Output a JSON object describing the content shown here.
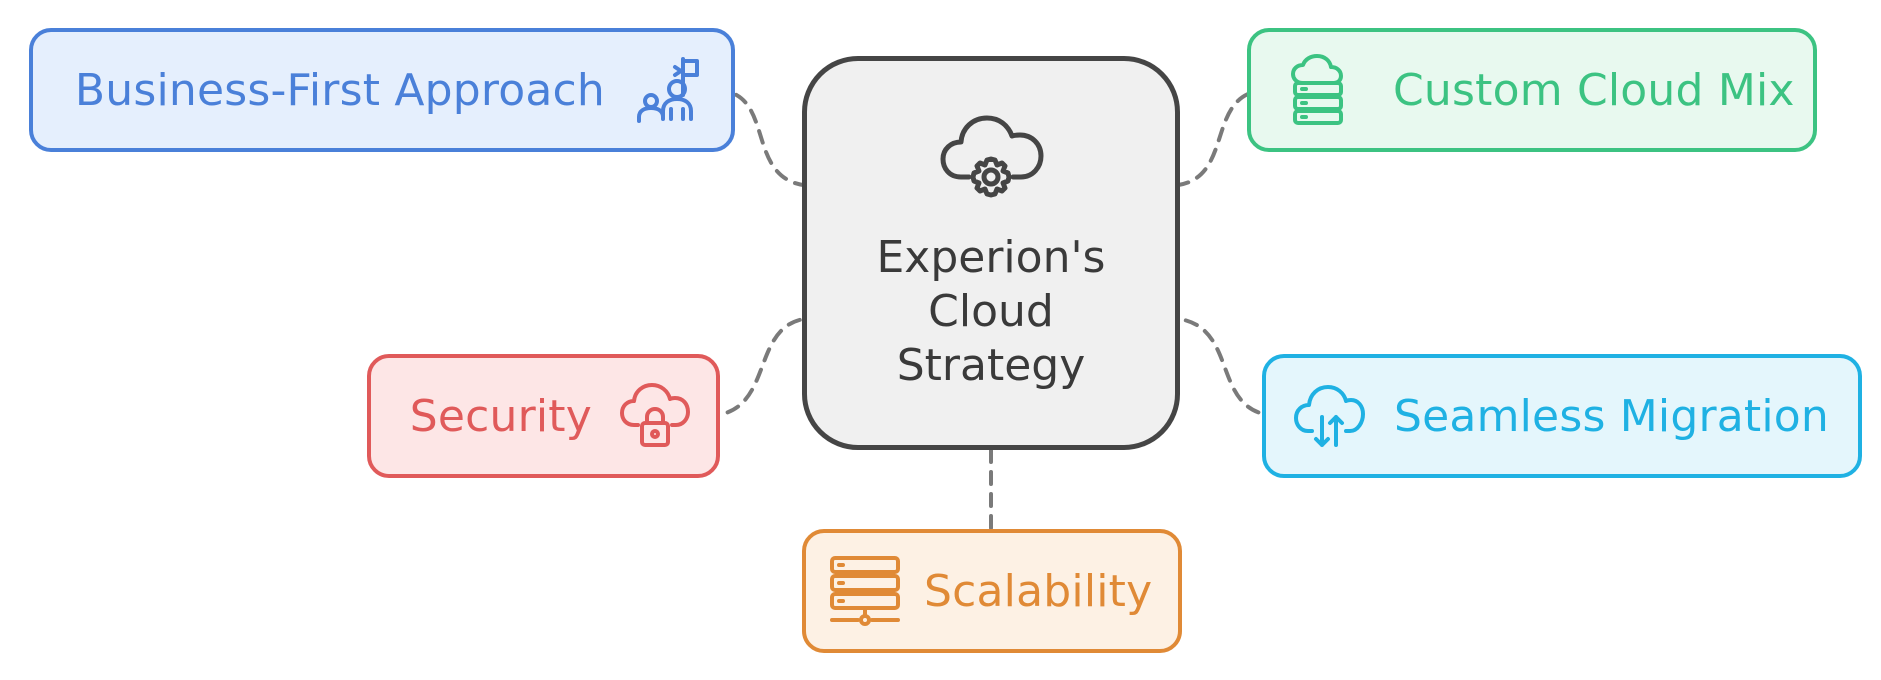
{
  "center": {
    "label_lines": [
      "Experion's",
      "Cloud",
      "Strategy"
    ],
    "icon": "cloud-gear-icon",
    "border": "#454545",
    "fill": "#f0f0f0",
    "text": "#3a3a3a"
  },
  "nodes": [
    {
      "id": "business",
      "label": "Business-First Approach",
      "icon": "team-flag-icon",
      "stroke": "#4a80d9",
      "fill": "#e5effd",
      "text": "#4a80d9"
    },
    {
      "id": "custom",
      "label": "Custom Cloud Mix",
      "icon": "cloud-server-icon",
      "stroke": "#3cc382",
      "fill": "#e8f9ef",
      "text": "#3cc382"
    },
    {
      "id": "security",
      "label": "Security",
      "icon": "cloud-lock-icon",
      "stroke": "#e05a5a",
      "fill": "#fde6e6",
      "text": "#e05a5a"
    },
    {
      "id": "migration",
      "label": "Seamless Migration",
      "icon": "cloud-sync-icon",
      "stroke": "#1fb1e3",
      "fill": "#e4f6fc",
      "text": "#1fb1e3"
    },
    {
      "id": "scal",
      "label": "Scalability",
      "icon": "server-rack-icon",
      "stroke": "#e08a36",
      "fill": "#fdf1e4",
      "text": "#e08a36"
    }
  ],
  "connector_color": "#7a7a7a"
}
